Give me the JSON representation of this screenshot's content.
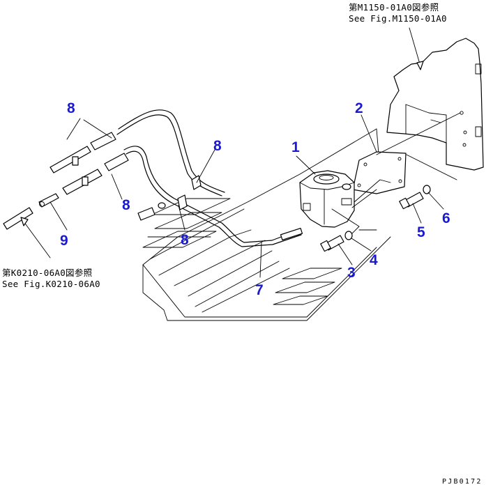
{
  "references": {
    "top_right_jp": "第M1150-01A0図参照",
    "top_right_en": "See Fig.M1150-01A0",
    "left_jp": "第K0210-06A0図参照",
    "left_en": "See Fig.K0210-06A0"
  },
  "callouts": {
    "c1": "1",
    "c2": "2",
    "c3": "3",
    "c4": "4",
    "c5": "5",
    "c6": "6",
    "c7": "7",
    "c8a": "8",
    "c8b": "8",
    "c8c": "8",
    "c8d": "8",
    "c9": "9"
  },
  "drawing_code": "PJB0172",
  "colors": {
    "callout": "#1a1ad0",
    "line": "#000000",
    "background": "#ffffff"
  }
}
